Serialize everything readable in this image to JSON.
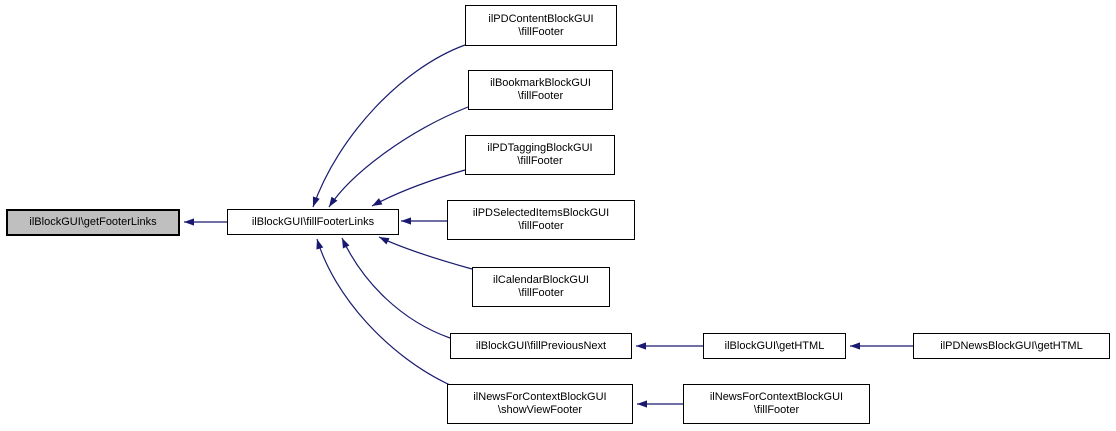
{
  "diagram": {
    "kind": "caller-graph",
    "colors": {
      "edge": "#191970",
      "node_fill": "#ffffff",
      "node_border": "#000000",
      "highlight_fill": "#bfbfbf",
      "background": "#ffffff"
    },
    "nodes": [
      {
        "id": "getFooterLinks",
        "line1": "ilBlockGUI\\getFooterLinks",
        "highlighted": true
      },
      {
        "id": "fillFooterLinks",
        "line1": "ilBlockGUI\\fillFooterLinks",
        "highlighted": false
      },
      {
        "id": "pdContentFillFooter",
        "line1": "ilPDContentBlockGUI",
        "line2": "\\fillFooter",
        "highlighted": false
      },
      {
        "id": "bookmarkFillFooter",
        "line1": "ilBookmarkBlockGUI",
        "line2": "\\fillFooter",
        "highlighted": false
      },
      {
        "id": "pdTaggingFillFooter",
        "line1": "ilPDTaggingBlockGUI",
        "line2": "\\fillFooter",
        "highlighted": false
      },
      {
        "id": "pdSelectedFillFooter",
        "line1": "ilPDSelectedItemsBlockGUI",
        "line2": "\\fillFooter",
        "highlighted": false
      },
      {
        "id": "calendarFillFooter",
        "line1": "ilCalendarBlockGUI",
        "line2": "\\fillFooter",
        "highlighted": false
      },
      {
        "id": "fillPreviousNext",
        "line1": "ilBlockGUI\\fillPreviousNext",
        "highlighted": false
      },
      {
        "id": "showViewFooter",
        "line1": "ilNewsForContextBlockGUI",
        "line2": "\\showViewFooter",
        "highlighted": false
      },
      {
        "id": "getHTML",
        "line1": "ilBlockGUI\\getHTML",
        "highlighted": false
      },
      {
        "id": "newsFillFooter",
        "line1": "ilNewsForContextBlockGUI",
        "line2": "\\fillFooter",
        "highlighted": false
      },
      {
        "id": "pdNewsGetHTML",
        "line1": "ilPDNewsBlockGUI\\getHTML",
        "highlighted": false
      }
    ],
    "edges": [
      {
        "from": "fillFooterLinks",
        "to": "getFooterLinks"
      },
      {
        "from": "pdContentFillFooter",
        "to": "fillFooterLinks"
      },
      {
        "from": "bookmarkFillFooter",
        "to": "fillFooterLinks"
      },
      {
        "from": "pdTaggingFillFooter",
        "to": "fillFooterLinks"
      },
      {
        "from": "pdSelectedFillFooter",
        "to": "fillFooterLinks"
      },
      {
        "from": "calendarFillFooter",
        "to": "fillFooterLinks"
      },
      {
        "from": "fillPreviousNext",
        "to": "fillFooterLinks"
      },
      {
        "from": "showViewFooter",
        "to": "fillFooterLinks"
      },
      {
        "from": "getHTML",
        "to": "fillPreviousNext"
      },
      {
        "from": "pdNewsGetHTML",
        "to": "getHTML"
      },
      {
        "from": "newsFillFooter",
        "to": "showViewFooter"
      }
    ]
  }
}
